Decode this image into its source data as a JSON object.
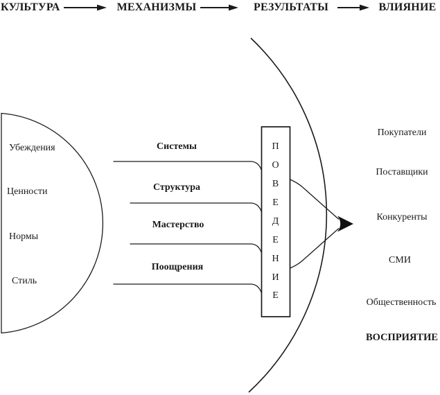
{
  "header": {
    "items": [
      "КУЛЬТУРА",
      "МЕХАНИЗМЫ",
      "РЕЗУЛЬТАТЫ",
      "ВЛИЯНИЕ"
    ]
  },
  "culture": {
    "items": [
      "Убеждения",
      "Ценности",
      "Нормы",
      "Стиль"
    ]
  },
  "mechanisms": {
    "items": [
      "Системы",
      "Структура",
      "Мастерство",
      "Поощрения"
    ]
  },
  "behavior": {
    "word": "ПОВЕДЕНИЕ",
    "letters": [
      "П",
      "О",
      "В",
      "Е",
      "Д",
      "Е",
      "Н",
      "И",
      "Е"
    ]
  },
  "influence": {
    "items": [
      "Покупатели",
      "Поставщики",
      "Конкуренты",
      "СМИ",
      "Общественность"
    ],
    "perception": "ВОСПРИЯТИЕ"
  },
  "colors": {
    "line": "#1a1a1a",
    "background": "#ffffff"
  }
}
